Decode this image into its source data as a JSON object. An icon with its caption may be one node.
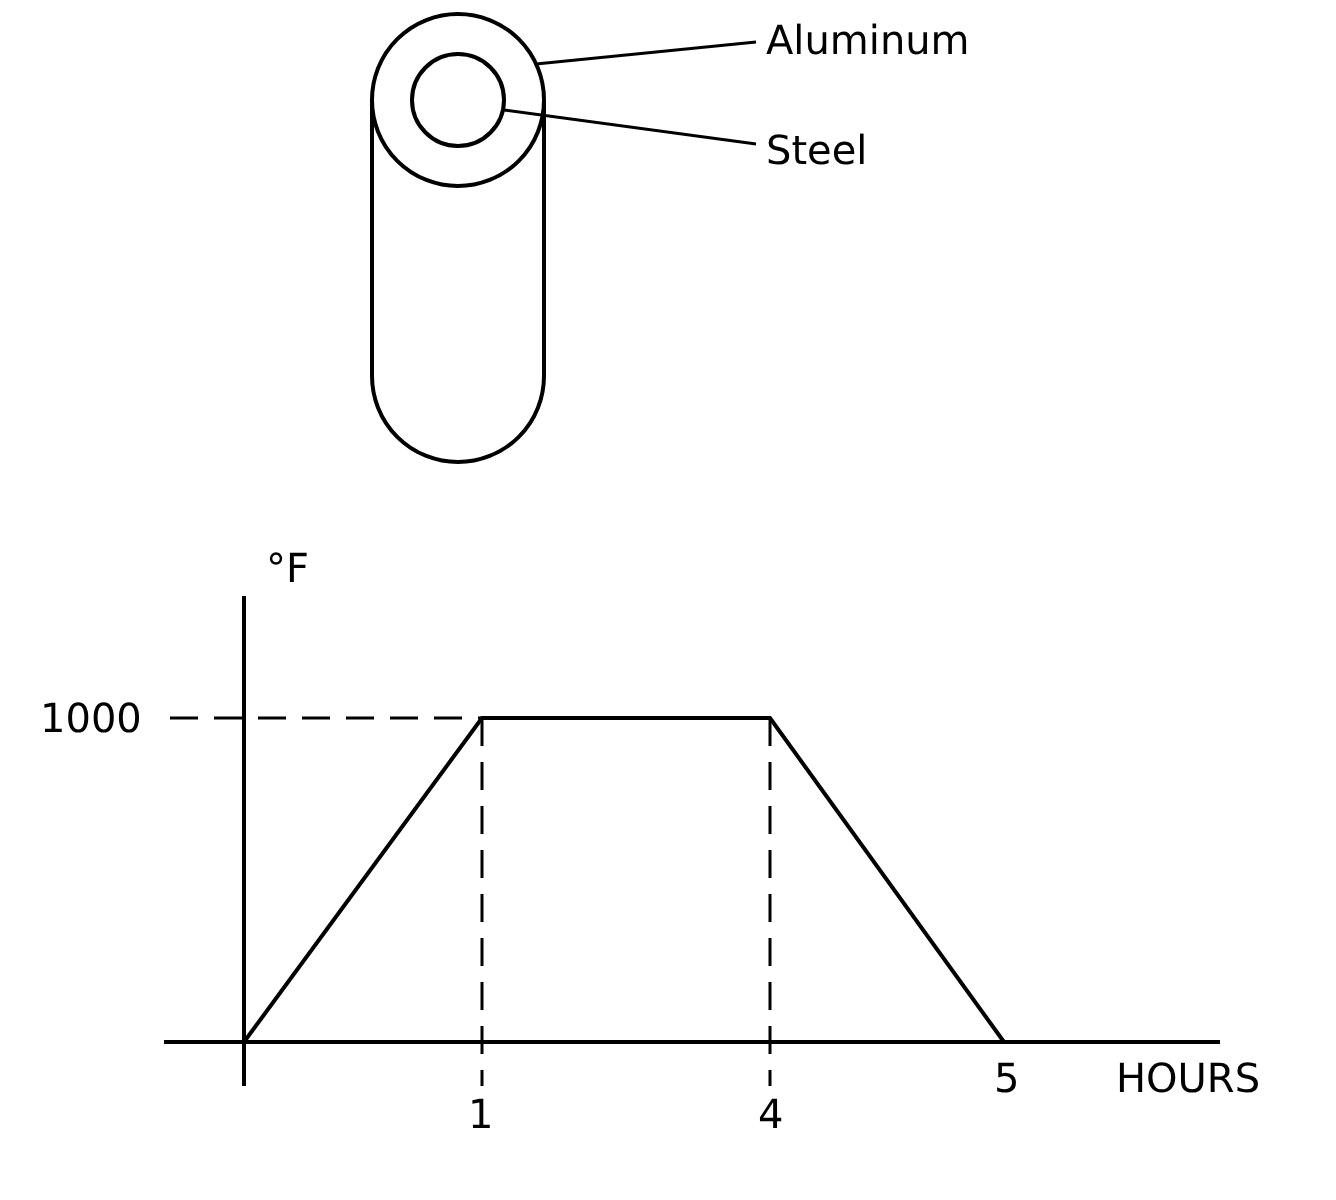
{
  "diagram": {
    "nodes": [
      {
        "text": [
          "Aluminum"
        ]
      },
      {
        "text": [
          "Steel"
        ]
      },
      {
        "text": [],
        "shape": "cylinder"
      },
      {
        "text": [],
        "shape": "circle",
        "in": 2
      }
    ],
    "edges": [
      {
        "from": 0,
        "to": 2,
        "arrow": "none"
      },
      {
        "from": 1,
        "to": 3,
        "arrow": "none"
      }
    ],
    "labels": [
      "°F",
      "1000",
      "1",
      "4",
      "5",
      "HOURS"
    ]
  }
}
